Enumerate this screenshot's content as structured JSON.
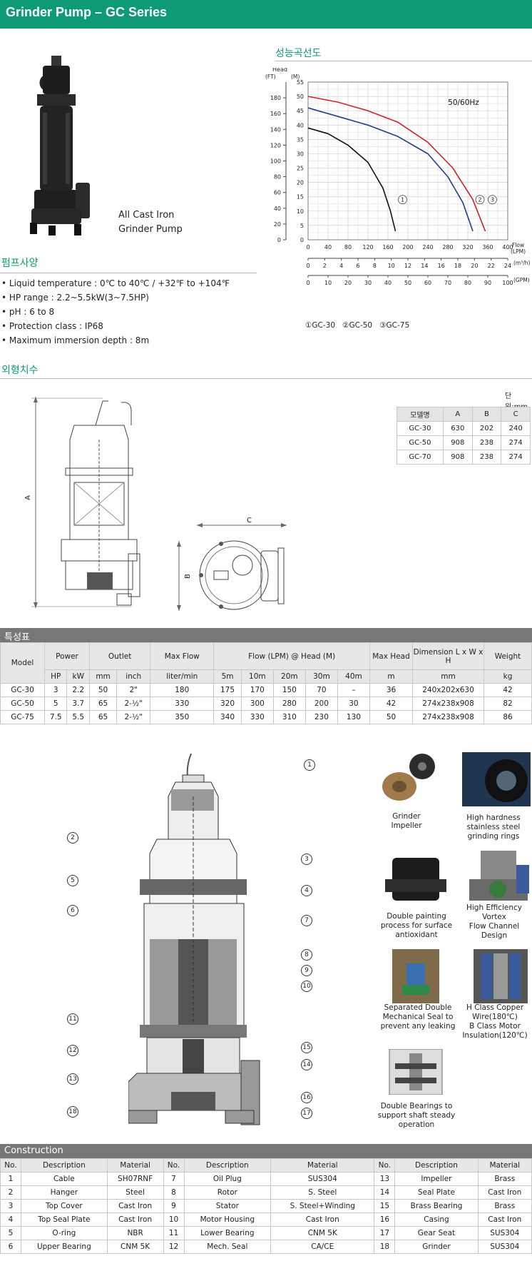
{
  "header": {
    "title": "Grinder Pump – GC Series"
  },
  "product": {
    "caption1": "All Cast Iron",
    "caption2": "Grinder Pump"
  },
  "performance": {
    "section_title": "성능곡선도",
    "legend": [
      "①GC-30",
      "②GC-50",
      "③GC-75"
    ]
  },
  "specs": {
    "section_title": "펌프사양",
    "lines": [
      "• Liquid temperature : 0℃ to 40℃ / +32℉ to +104℉",
      "• HP range : 2.2~5.5kW(3~7.5HP)",
      "• pH : 6 to 8",
      "• Protection class : IP68",
      "• Maximum immersion depth : 8m"
    ]
  },
  "chart_data": {
    "type": "line",
    "title": "",
    "annotation": "50/60Hz",
    "ylabel": "Head",
    "yunits": [
      "(FT)",
      "(M)"
    ],
    "y_m_ticks": [
      "55",
      "50",
      "45",
      "40",
      "35",
      "30",
      "25",
      "20",
      "15",
      "10",
      "5",
      "0"
    ],
    "y_ft_ticks": [
      "180",
      "160",
      "140",
      "120",
      "100",
      "80",
      "60",
      "40",
      "20",
      "0"
    ],
    "xlabel": "Flow",
    "x_units": [
      "(LPM)",
      "(m³/h)",
      "(GPM)"
    ],
    "x_lpm_ticks": [
      "0",
      "40",
      "80",
      "120",
      "160",
      "200",
      "240",
      "280",
      "320",
      "360",
      "400"
    ],
    "x_m3h_ticks": [
      "0",
      "2",
      "4",
      "6",
      "8",
      "10",
      "12",
      "14",
      "16",
      "18",
      "20",
      "22",
      "24"
    ],
    "x_gpm_ticks": [
      "0",
      "10",
      "20",
      "30",
      "40",
      "50",
      "60",
      "70",
      "80",
      "90",
      "100"
    ],
    "xlim": [
      0,
      400
    ],
    "ylim": [
      0,
      55
    ],
    "grid": true,
    "series": [
      {
        "label": "①",
        "color": "#111111",
        "x": [
          0,
          40,
          80,
          120,
          150,
          165,
          175
        ],
        "y": [
          39,
          37,
          33,
          27,
          18,
          10,
          3
        ]
      },
      {
        "label": "②",
        "color": "#1d3f8c",
        "x": [
          0,
          60,
          120,
          180,
          240,
          280,
          310,
          330
        ],
        "y": [
          46,
          43,
          40,
          36,
          30,
          22,
          13,
          3
        ]
      },
      {
        "label": "③",
        "color": "#d4202a",
        "x": [
          0,
          60,
          120,
          180,
          240,
          290,
          330,
          355
        ],
        "y": [
          50,
          48,
          45,
          41,
          34,
          25,
          14,
          3
        ]
      }
    ]
  },
  "dimensions": {
    "section_title": "외형치수",
    "unit": "단위:mm",
    "labels": {
      "a": "A",
      "b": "B",
      "c": "C"
    },
    "headers": [
      "모델명",
      "A",
      "B",
      "C"
    ],
    "rows": [
      [
        "GC-30",
        "630",
        "202",
        "240"
      ],
      [
        "GC-50",
        "908",
        "238",
        "274"
      ],
      [
        "GC-70",
        "908",
        "238",
        "274"
      ]
    ]
  },
  "spec_table": {
    "section_title": "특성표",
    "h_model": "Model",
    "h_power": "Power",
    "h_outlet": "Outlet",
    "h_maxflow": "Max Flow",
    "h_flow": "Flow (LPM) @ Head (M)",
    "h_maxhead": "Max Head",
    "h_dim": "Dimension L x W x H",
    "h_weight": "Weight",
    "sub": [
      "HP",
      "kW",
      "mm",
      "inch",
      "liter/min",
      "5m",
      "10m",
      "20m",
      "30m",
      "40m",
      "m",
      "mm",
      "kg"
    ],
    "rows": [
      [
        "GC-30",
        "3",
        "2.2",
        "50",
        "2\"",
        "180",
        "175",
        "170",
        "150",
        "70",
        "–",
        "36",
        "240x202x630",
        "42"
      ],
      [
        "GC-50",
        "5",
        "3.7",
        "65",
        "2-½\"",
        "330",
        "320",
        "300",
        "280",
        "200",
        "30",
        "42",
        "274x238x908",
        "82"
      ],
      [
        "GC-75",
        "7.5",
        "5.5",
        "65",
        "2-½\"",
        "350",
        "340",
        "330",
        "310",
        "230",
        "130",
        "50",
        "274x238x908",
        "86"
      ]
    ]
  },
  "callouts": [
    "1",
    "2",
    "3",
    "4",
    "5",
    "6",
    "7",
    "8",
    "9",
    "10",
    "11",
    "12",
    "13",
    "14",
    "15",
    "16",
    "17",
    "18"
  ],
  "features": [
    {
      "caption": "Grinder\nImpeller"
    },
    {
      "caption": "High hardness\nstainless steel\ngrinding rings"
    },
    {
      "caption": "Double painting\nprocess for surface\nantioxidant"
    },
    {
      "caption": "High Efficiency Vortex\nFlow Channel Design"
    },
    {
      "caption": "Separated Double\nMechanical Seal to\nprevent any leaking"
    },
    {
      "caption": "H Class Copper\nWire(180℃)\nB Class Motor\nInsulation(120℃)"
    },
    {
      "caption": "Double Bearings to\nsupport shaft steady\noperation"
    }
  ],
  "construction": {
    "title": "Construction",
    "headers": [
      "No.",
      "Description",
      "Material",
      "No.",
      "Description",
      "Material",
      "No.",
      "Description",
      "Material"
    ],
    "rows": [
      [
        "1",
        "Cable",
        "SH07RNF",
        "7",
        "Oil Plug",
        "SUS304",
        "13",
        "Impeller",
        "Brass"
      ],
      [
        "2",
        "Hanger",
        "Steel",
        "8",
        "Rotor",
        "S. Steel",
        "14",
        "Seal Plate",
        "Cast Iron"
      ],
      [
        "3",
        "Top Cover",
        "Cast Iron",
        "9",
        "Stator",
        "S. Steel+Winding",
        "15",
        "Brass Bearing",
        "Brass"
      ],
      [
        "4",
        "Top Seal Plate",
        "Cast Iron",
        "10",
        "Motor Housing",
        "Cast Iron",
        "16",
        "Casing",
        "Cast Iron"
      ],
      [
        "5",
        "O-ring",
        "NBR",
        "11",
        "Lower Bearing",
        "CNM 5K",
        "17",
        "Gear Seat",
        "SUS304"
      ],
      [
        "6",
        "Upper Bearing",
        "CNM 5K",
        "12",
        "Mech. Seal",
        "CA/CE",
        "18",
        "Grinder",
        "SUS304"
      ]
    ]
  }
}
